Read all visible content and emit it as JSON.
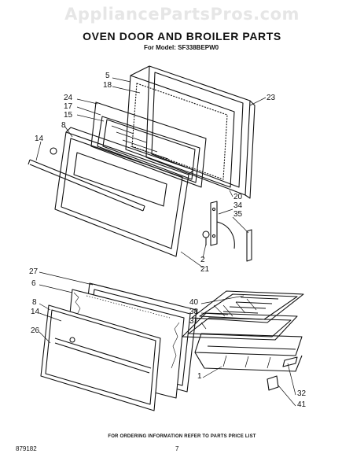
{
  "watermark": "AppliancePartsPros.com",
  "header": {
    "title": "OVEN DOOR AND BROILER PARTS",
    "model_line": "For Model: SF338BEPW0"
  },
  "callouts": {
    "c5": "5",
    "c18": "18",
    "c23": "23",
    "c24": "24",
    "c17": "17",
    "c15": "15",
    "c8a": "8",
    "c14a": "14",
    "c20": "20",
    "c34": "34",
    "c35": "35",
    "c2": "2",
    "c21": "21",
    "c27": "27",
    "c6": "6",
    "c8b": "8",
    "c14b": "14",
    "c26": "26",
    "c40": "40",
    "c38": "38",
    "c37": "37",
    "c1": "1",
    "c32": "32",
    "c41": "41"
  },
  "footer": {
    "ordering_note": "FOR ORDERING INFORMATION REFER TO PARTS PRICE LIST",
    "diagram_code": "879182",
    "page_number": "7"
  }
}
